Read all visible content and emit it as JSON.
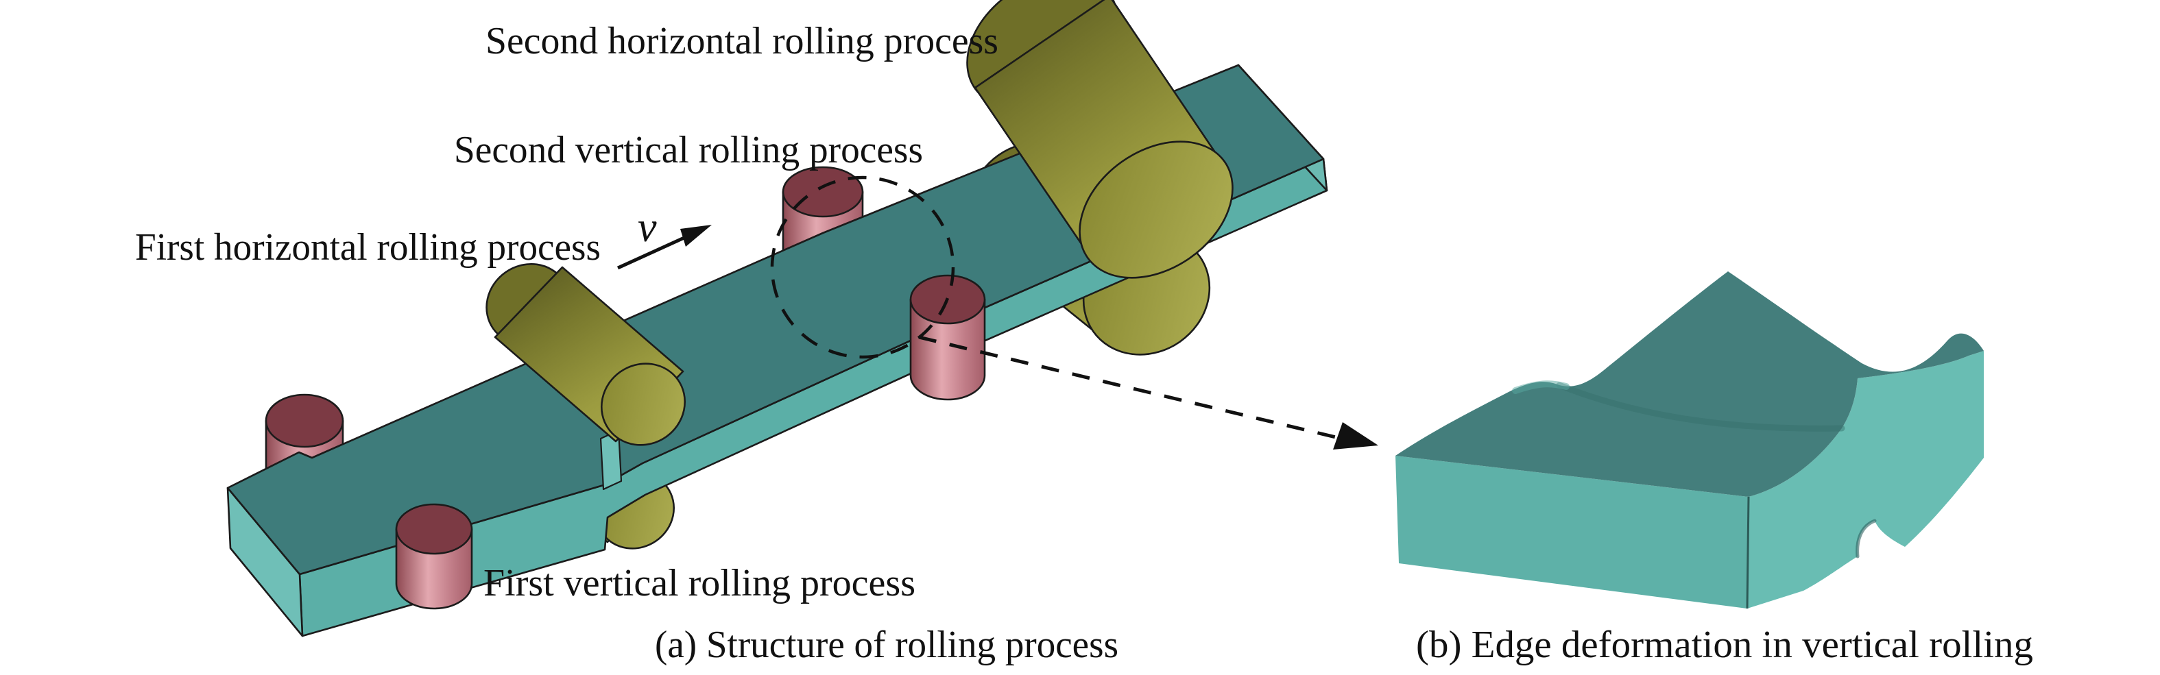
{
  "panel_a": {
    "caption": "(a) Structure of rolling process",
    "labels": {
      "second_horizontal": "Second horizontal rolling process",
      "second_vertical": "Second vertical rolling process",
      "first_horizontal": "First horizontal rolling process",
      "first_vertical": "First vertical rolling process",
      "velocity_symbol": "v"
    }
  },
  "panel_b": {
    "caption": "(b) Edge deformation in vertical rolling"
  },
  "colors": {
    "strip_top": "#3E7C7B",
    "strip_side": "#5BAFA7",
    "strip_end_left": "#6FBFB7",
    "strip_end_far": "#6CBAB2",
    "nip_sliver": "#6FC0B8",
    "roll_horizontal_body": "#8C8C38",
    "roll_horizontal_face": "#A6A648",
    "roll_vertical_body": "#C98995",
    "roll_vertical_top": "#7C3A44",
    "block_top": "#447E7C",
    "block_front": "#5EB1A8",
    "block_right": "#69BDB3",
    "outline": "#1B1B1B",
    "text": "#111111",
    "annotation": "#111111"
  }
}
